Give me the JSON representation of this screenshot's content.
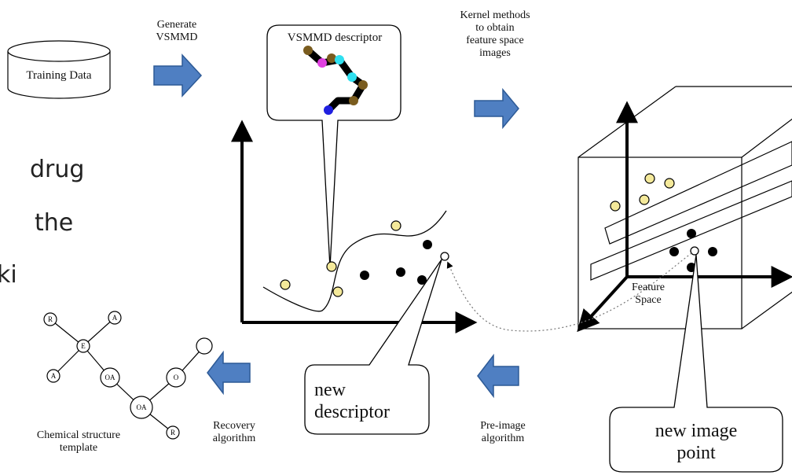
{
  "labels": {
    "training_data": "Training Data",
    "generate": "Generate\nVSMMD",
    "vsmmd_descriptor": "VSMMD descriptor",
    "kernel_methods": "Kernel methods\nto obtain\nfeature space\nimages",
    "feature_space": "Feature\nSpace",
    "new_descriptor": "new\ndescriptor",
    "new_image_point": "new image\npoint",
    "pre_image": "Pre-image\nalgorithm",
    "recovery": "Recovery\nalgorithm",
    "chemical_template": "Chemical structure\ntemplate"
  },
  "slide_text": [
    "drug",
    "the",
    "ki"
  ],
  "node_labels": {
    "top": "R",
    "upper_right": "A",
    "center": "E",
    "left": "A",
    "oa1": "OA",
    "o": "O",
    "oa2": "OA",
    "bottom_r": "R"
  },
  "colors": {
    "arrow_fill": "#4f7fc2",
    "arrow_stroke": "#2d5a96",
    "yellow_point": "#f4e99a",
    "black_point": "#000000",
    "bead_brown": "#7a5c1e",
    "bead_cyan": "#2fe0f0",
    "bead_magenta": "#e040e0",
    "bead_blue": "#2020e0"
  }
}
